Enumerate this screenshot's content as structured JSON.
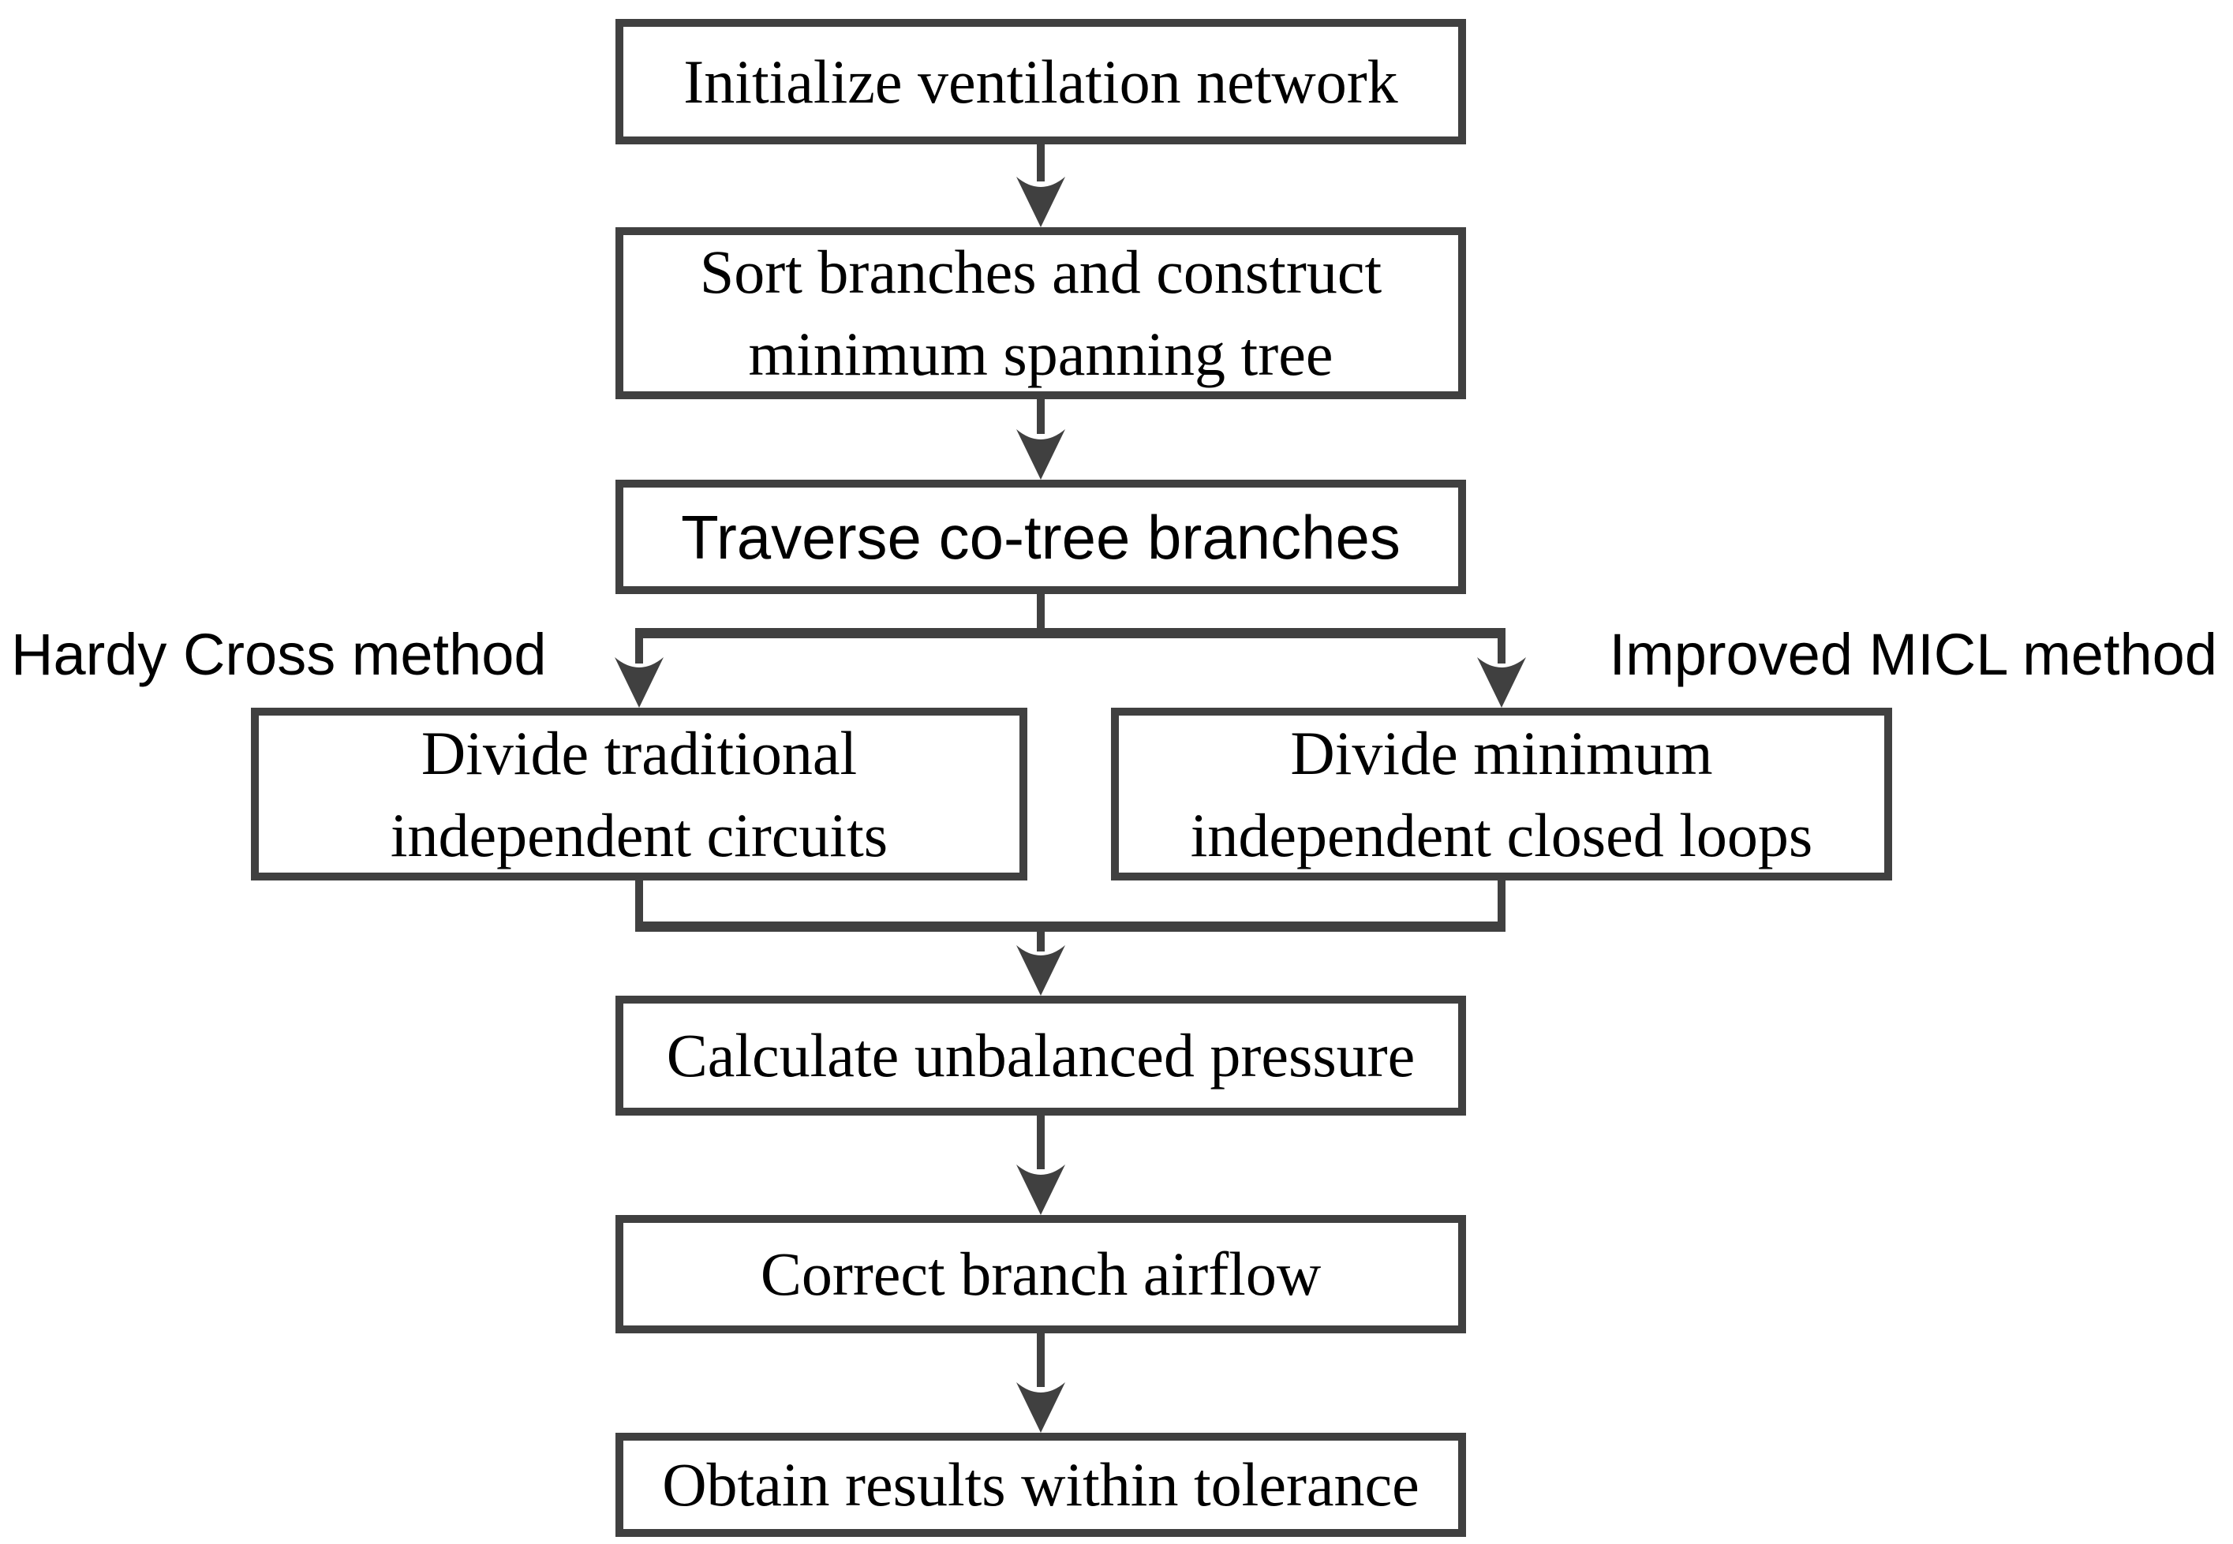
{
  "colors": {
    "line": "#404040",
    "text": "#000000",
    "background": "#ffffff"
  },
  "flowchart": {
    "nodes": {
      "init": {
        "lines": [
          "Initialize ventilation network"
        ]
      },
      "sort": {
        "lines": [
          "Sort branches and construct",
          "minimum spanning tree"
        ]
      },
      "traverse": {
        "lines": [
          "Traverse co-tree branches"
        ]
      },
      "divide_traditional": {
        "lines": [
          "Divide traditional",
          "independent circuits"
        ]
      },
      "divide_minimum": {
        "lines": [
          "Divide minimum",
          "independent closed loops"
        ]
      },
      "calculate": {
        "lines": [
          "Calculate unbalanced pressure"
        ]
      },
      "correct": {
        "lines": [
          "Correct branch airflow"
        ]
      },
      "obtain": {
        "lines": [
          "Obtain results within tolerance"
        ]
      }
    },
    "branch_labels": {
      "left": "Hardy Cross method",
      "right": "Improved MICL method"
    },
    "edges": [
      [
        "init",
        "sort"
      ],
      [
        "sort",
        "traverse"
      ],
      [
        "traverse",
        "divide_traditional"
      ],
      [
        "traverse",
        "divide_minimum"
      ],
      [
        "divide_traditional",
        "calculate"
      ],
      [
        "divide_minimum",
        "calculate"
      ],
      [
        "calculate",
        "correct"
      ],
      [
        "correct",
        "obtain"
      ]
    ]
  }
}
